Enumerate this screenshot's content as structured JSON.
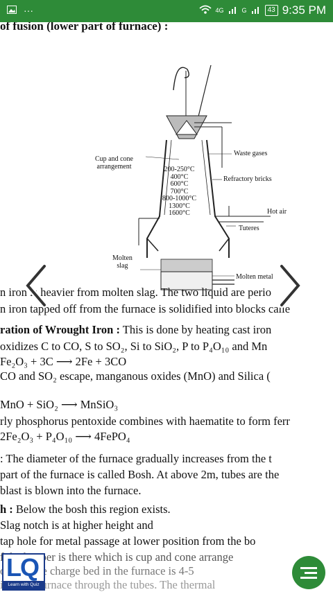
{
  "status": {
    "left_icons": [
      "image-icon",
      "more-icon"
    ],
    "network_1": "4G",
    "network_2": "G",
    "battery": "43",
    "time": "9:35 PM"
  },
  "doc": {
    "heading_top": "of fusion (lower part of furnace) :",
    "diagram": {
      "cup_label": "Cup and cone\narrangement",
      "waste_gases": "Waste gases",
      "temps": "200-250°C\n400°C\n600°C\n700°C\n800-1000°C\n1300°C\n1600°C",
      "refractory": "Refractory bricks",
      "hot_air": "Hot air",
      "tuteres": "Tuteres",
      "molten_slag": "Molten\nslag",
      "molten_metal": "Molten metal"
    },
    "lines": [
      "n  iron is heavier from molten slag. The two liquid are perio",
      "n iron tapped off from the furnace is solidified into blocks calle",
      "ration of Wrought Iron :",
      " This is done by heating cast iron",
      " oxidizes C to CO, S to SO₂, Si to SiO₂, P to P₄O₁₀ and  Mn",
      "  Fe₂O₃ + 3C  ⟶  2Fe + 3CO",
      " CO and SO₂ escape, manganous oxides (MnO) and Silica (",
      "  MnO + SiO₂  ⟶  MnSiO₃",
      "rly phosphorus pentoxide combines with haematite to form ferr",
      "  2Fe₂O₃ + P₄O₁₀  ⟶  4FePO₄",
      ":  The diameter of the  furnace gradually increases from the t",
      "  part of the furnace is called Bosh. At above 2m, tubes are the",
      "  blast is blown into the furnace.",
      "h :",
      "  Below the bosh this region exists.",
      "  Slag notch is at higher height   and",
      "  tap hole for metal  passage  at  lower  position from the bo",
      "f      the hopper is there which is cup and cone arrange",
      "           ool till the charge bed in the furnace is 4-5",
      "           into the furnace through the tubes. The thermal"
    ]
  },
  "logo": {
    "letters": "LQ",
    "tagline": "Learn with Quiz"
  }
}
